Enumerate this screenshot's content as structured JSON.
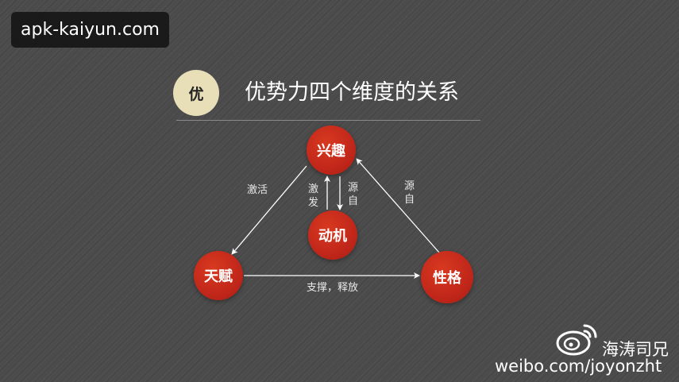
{
  "watermark": {
    "site": "apk-kaiyun.com"
  },
  "header": {
    "badge": "优",
    "title": "优势力四个维度的关系"
  },
  "nodes": {
    "interest": "兴趣",
    "motivation": "动机",
    "talent": "天赋",
    "character": "性格"
  },
  "edges": {
    "interest_to_talent": "激活",
    "motivation_to_interest": "激发",
    "interest_to_motivation": "源自",
    "character_to_interest": "源自",
    "talent_to_character": "支撑，释放"
  },
  "weibo": {
    "user": "海涛司兄",
    "url": "weibo.com/joyonzht"
  },
  "colors": {
    "node": "#c1271a",
    "badge": "#e8dfb8",
    "background": "#4b4b4b"
  }
}
